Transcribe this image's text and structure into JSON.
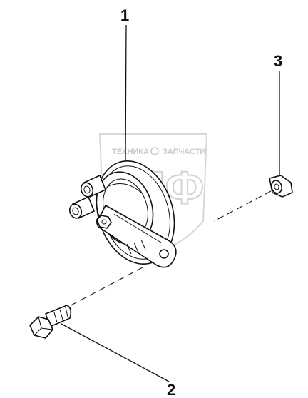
{
  "diagram": {
    "callouts": [
      {
        "id": "1",
        "label": "1"
      },
      {
        "id": "2",
        "label": "2"
      },
      {
        "id": "3",
        "label": "3"
      }
    ],
    "watermark": {
      "line1_left": "ТЕХНИКА",
      "line1_right": "ЗАПЧАСТИ",
      "big": "ЭПФ"
    },
    "colors": {
      "line": "#111111",
      "watermark": "#d2d2d2",
      "background": "#ffffff"
    }
  }
}
